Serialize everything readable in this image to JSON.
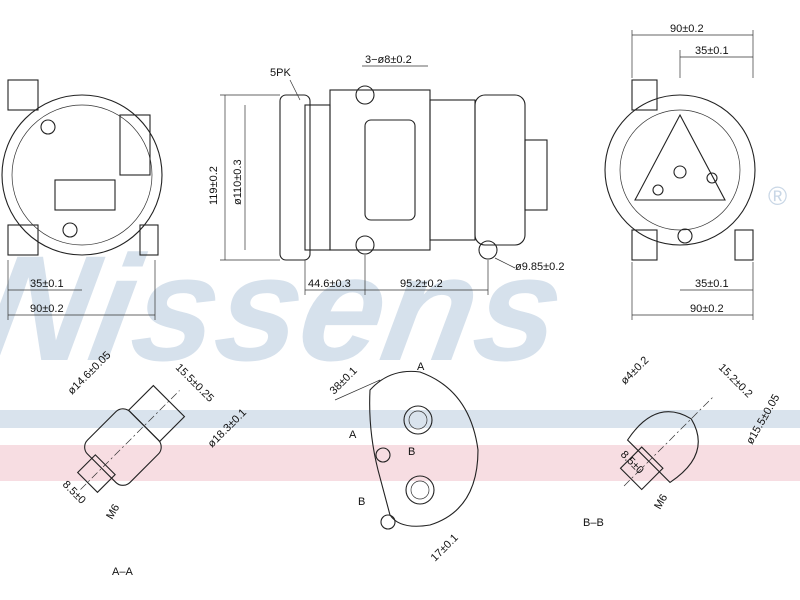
{
  "watermark": {
    "brand": "Nissens",
    "mark": "®",
    "band_colors": [
      "#c9d7e6",
      "#f3cfd6"
    ]
  },
  "front_view": {
    "dim_35": "35±0.1",
    "dim_90": "90±0.2"
  },
  "side_view": {
    "belt": "5PK",
    "holes": "3−ø8±0.2",
    "height": "119±0.2",
    "pulley_dia": "ø110±0.3",
    "pulley_offset": "44.6±0.3",
    "body_length": "95.2±0.2",
    "port_dia": "ø9.85±0.2"
  },
  "rear_view": {
    "top_90": "90±0.2",
    "top_35": "35±0.1",
    "bottom_35": "35±0.1",
    "bottom_90": "90±0.2"
  },
  "section_aa": {
    "dia_146": "ø14.6±0.05",
    "len_155": "15.5±0.25",
    "dia_183": "ø18.3±0.1",
    "len_85": "8.5±0",
    "thread": "M6",
    "title": "A–A"
  },
  "port_plate": {
    "dim_38": "38±0.1",
    "label_a1": "A",
    "label_a2": "A",
    "label_b1": "B",
    "label_b2": "B",
    "dim_17": "17±0.1"
  },
  "section_bb": {
    "dia_4": "ø4±0.2",
    "len_152": "15.2±0.2",
    "dia_155": "ø15.5±0.05",
    "len_85": "8.5±0",
    "thread": "M6",
    "title": "B–B"
  }
}
